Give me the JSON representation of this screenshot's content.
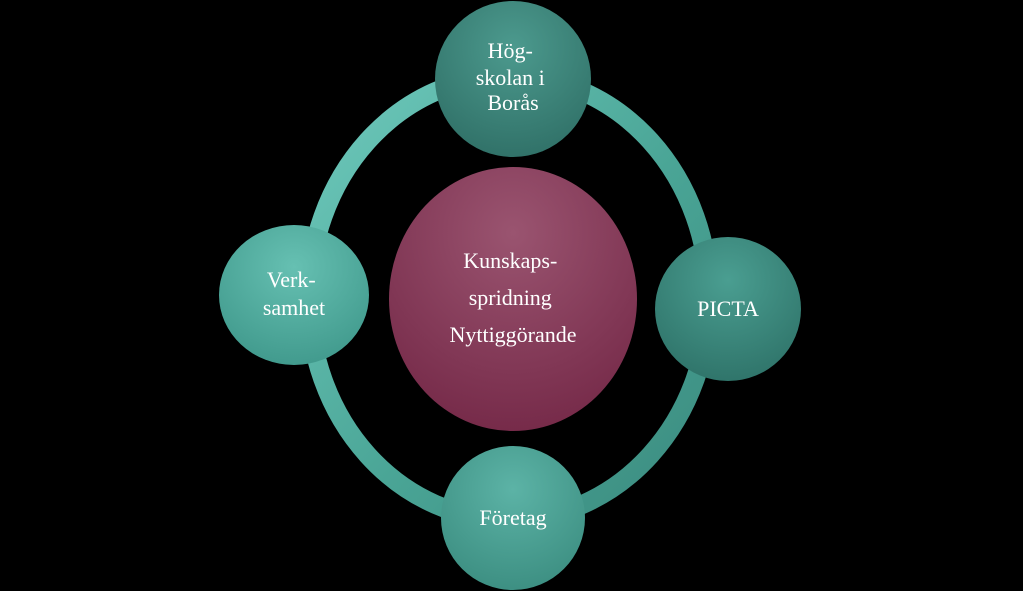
{
  "diagram": {
    "center": {
      "lines": [
        "Kunskaps-",
        "spridning",
        "Nyttiggörande"
      ]
    },
    "nodes": {
      "top": {
        "lines": [
          "Hög-",
          "skolan i",
          "Borås"
        ]
      },
      "right": {
        "lines": [
          "PICTA"
        ]
      },
      "bottom": {
        "lines": [
          "Företag"
        ]
      },
      "left": {
        "lines": [
          "Verk-",
          "samhet"
        ]
      }
    }
  },
  "colors": {
    "background": "#000000",
    "ring": "#5fb8a8",
    "node_fill": "#3f9a8d",
    "center_fill": "#7e2d52",
    "text": "#ffffff"
  }
}
